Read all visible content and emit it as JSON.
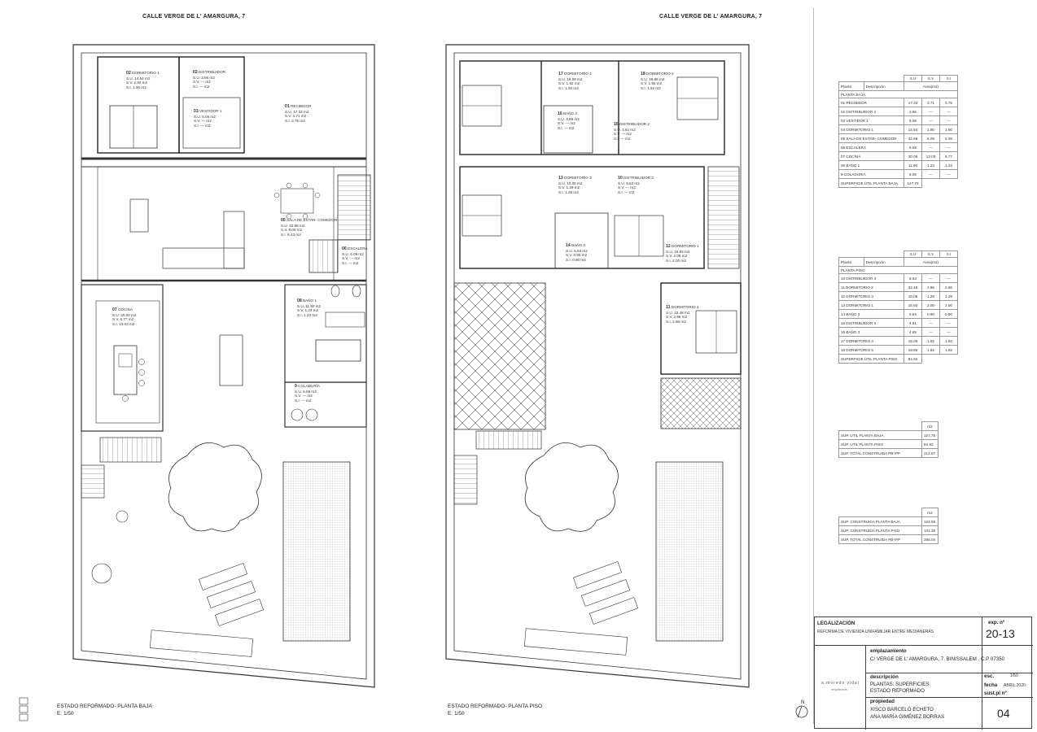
{
  "street_left": "CALLE VERGE DE L' AMARGURA, 7",
  "street_right": "CALLE VERGE DE L' AMARGURA, 7",
  "caption_left": {
    "line1": "ESTADO REFORMADO- PLANTA BAJA",
    "line2": "E: 1/50"
  },
  "caption_right": {
    "line1": "ESTADO REFORMADO- PLANTA PISO",
    "line2": "E: 1/50"
  },
  "rooms_baja": [
    {
      "num": "01",
      "name": "RECIBIDOR",
      "su": "17.33 m2",
      "sv": "3.71 m2",
      "si": "3.75 m2"
    },
    {
      "num": "02",
      "name": "DORMITORIO 1",
      "su": "14.54 m2",
      "sv": "2.92 m2",
      "si": "1.90 m2"
    },
    {
      "num": "02",
      "name": "DISTRIBUIDOR",
      "su": "3.66 m2",
      "sv": "--- m2",
      "si": "--- m2"
    },
    {
      "num": "03",
      "name": "VESTIDOR 1",
      "su": "5.06 m2",
      "sv": "--- m2",
      "si": "--- m2"
    },
    {
      "num": "05",
      "name": "SALA DE ESTAR- COMEDOR",
      "su": "42.96 m2",
      "sv": "6.09 m2",
      "si": "6.43 m2"
    },
    {
      "num": "06",
      "name": "ESCALERA",
      "su": "6.09 m2",
      "sv": "--- m2",
      "si": "--- m2"
    },
    {
      "num": "07",
      "name": "COCINA",
      "su": "20.06 m2",
      "sv": "6.77 m2",
      "si": "13.03 m2"
    },
    {
      "num": "08",
      "name": "BAÑO 1",
      "su": "11.90 m2",
      "sv": "1.23 m2",
      "si": "1.23 m2"
    },
    {
      "num": "9",
      "name": "COLADURIA",
      "su": "6.06 m2",
      "sv": "--- m2",
      "si": "--- m2"
    }
  ],
  "rooms_piso": [
    {
      "num": "17",
      "name": "DORMITORIO 4",
      "su": "16.09 m2",
      "sv": "1.92 m2",
      "si": "1.92 m2"
    },
    {
      "num": "18",
      "name": "DORMITORIO 5",
      "su": "19.86 m2",
      "sv": "1.92 m2",
      "si": "1.92 m2"
    },
    {
      "num": "16",
      "name": "BAÑO 3",
      "su": "4.89 m2",
      "sv": "--- m2",
      "si": "--- m2"
    },
    {
      "num": "15",
      "name": "DISTRIBUIDOR 3",
      "su": "4.61 m2",
      "sv": "--- m2",
      "si": "--- m2"
    },
    {
      "num": "13",
      "name": "DORMITORIO 3",
      "su": "10.05 m2",
      "sv": "1.29 m2",
      "si": "1.29 m2"
    },
    {
      "num": "10",
      "name": "DISTRIBUIDOR 3",
      "su": "6.63 m2",
      "sv": "--- m2",
      "si": "--- m2"
    },
    {
      "num": "14",
      "name": "BAÑO 3",
      "su": "5.84 m2",
      "sv": "0.90 m2",
      "si": "0.90 m2"
    },
    {
      "num": "12",
      "name": "DORMITORIO 1",
      "su": "16.93 m2",
      "sv": "2.08 m2",
      "si": "2.00 m2"
    },
    {
      "num": "11",
      "name": "DORMITORIO 2",
      "su": "22.48 m2",
      "sv": "2.96 m2",
      "si": "2.96 m2"
    }
  ],
  "table_baja": {
    "col_headers": [
      "S.U",
      "S.V",
      "S.I"
    ],
    "head": [
      "Planta",
      "Descripción",
      "Area(m2)"
    ],
    "section": "PLANTA BAJA",
    "rows": [
      [
        "01 RECIBIDOR",
        "17.33",
        "3.71",
        "3.75"
      ],
      [
        "02 DISTRIBUIDOR 2",
        "3.66",
        "---",
        "---"
      ],
      [
        "03 VESTIDOR 1",
        "5.06",
        "---",
        "---"
      ],
      [
        "04 DORMITORIO 1",
        "14.54",
        "1.90",
        "1.90"
      ],
      [
        "05 SALA DE ESTAR- COMEDOR",
        "42.96",
        "6.09",
        "6.09"
      ],
      [
        "06 ESCALERA",
        "6.09",
        "---",
        "---"
      ],
      [
        "07 COCINA",
        "20.06",
        "13.03",
        "6.77"
      ],
      [
        "08 BAÑO 1",
        "11.90",
        "1.23",
        "1.23"
      ],
      [
        "9 COLADURIA",
        "6.06",
        "---",
        "---"
      ]
    ],
    "total": [
      "SUPERFICIE ÚTIL PLANTA BAJA",
      "127.75"
    ]
  },
  "table_piso": {
    "col_headers": [
      "S.U",
      "S.V",
      "S.I"
    ],
    "head": [
      "Planta",
      "Descripción",
      "Area(m2)"
    ],
    "section": "PLANTA PISO",
    "rows": [
      [
        "10 DISTRIBUIDOR 3",
        "6.63",
        "---",
        "---"
      ],
      [
        "11 DORMITORIO 2",
        "22.48",
        "2.96",
        "2.96"
      ],
      [
        "12 DORMITORIO 3",
        "10.05",
        "1.29",
        "1.29"
      ],
      [
        "13 DORMITORIO 1",
        "16.93",
        "2.00",
        "2.00"
      ],
      [
        "14 BAÑO 3",
        "5.84",
        "0.90",
        "0.90"
      ],
      [
        "15 DISTRIBUIDOR 3",
        "4.61",
        "---",
        "---"
      ],
      [
        "16 BAÑO 3",
        "4.89",
        "---",
        "---"
      ],
      [
        "17 DORMITORIO 4",
        "16.09",
        "1.92",
        "1.92"
      ],
      [
        "18 DORMITORIO 5",
        "19.86",
        "1.92",
        "1.92"
      ]
    ],
    "total": [
      "SUPERFICIE ÚTIL PLANTA PISO",
      "84.92"
    ]
  },
  "summary_util": {
    "unit": "m2",
    "rows": [
      [
        "SUP. ÚTIL PLANTA BAJA",
        "127.75"
      ],
      [
        "SUP. ÚTIL PLANTA PISO",
        "84.92"
      ],
      [
        "SUP. TOTAL CONSTRUIDA PB+PP",
        "212.67"
      ]
    ]
  },
  "summary_construida": {
    "unit": "m2",
    "rows": [
      [
        "SUP. CONSTRUIDA PLANTA BAJA",
        "163.59"
      ],
      [
        "SUP. CONSTRUIDA PLANTA PISO",
        "131.35"
      ],
      [
        "SUP. TOTAL CONSTRUIDA PB+PP",
        "295.04"
      ]
    ]
  },
  "titleblock": {
    "legalizacion_label": "LEGALIZACIÓN",
    "legalizacion_text": "REFORMA DE VIVIENDA UNIFAMILIAR ENTRE MEDIANERAS",
    "exp_label": "exp. nº",
    "exp_value": "20-13",
    "emplazamiento_label": "emplazamiento",
    "emplazamiento_value": "C/ VERGE DE L' AMARGURA, 7. BINISSALEM . C.P 07350",
    "descripcion_label": "descripción",
    "descripcion_line1": "PLANTAS: SUPERFICIES",
    "descripcion_line2": "ESTADO REFORMADO",
    "esc_label": "esc.",
    "esc_value": "1/50",
    "fecha_label": "fecha",
    "fecha_value": "ABRIL 2020",
    "sust_label": "sust.pl nº",
    "propiedad_label": "propiedad",
    "propiedad_line1": "XISCO BARCELÓ ECHETO",
    "propiedad_line2": "ANA MARÍA GIMÉNEZ BORRAS",
    "sheet_number": "04",
    "studio_name": "a.moredo vidal",
    "studio_sub": "arquitectos",
    "north_label": "N"
  },
  "colors": {
    "line": "#333333",
    "hatch": "#555555",
    "thin": "#888888"
  }
}
